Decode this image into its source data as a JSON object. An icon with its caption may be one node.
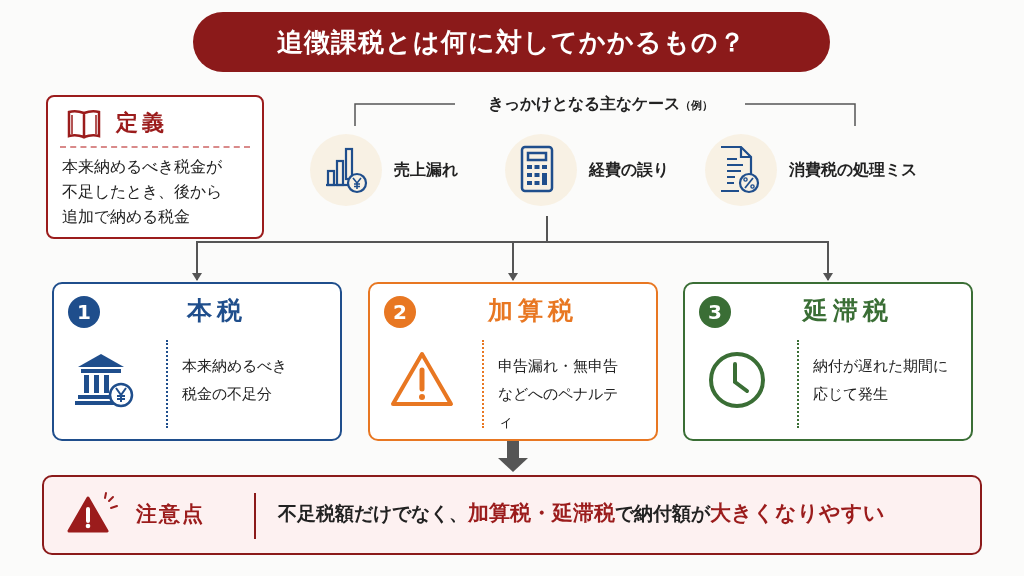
{
  "diagram": {
    "title": "追徴課税とは何に対してかかるもの？",
    "nodes": [
      {
        "text": [
          "定義",
          "本来納めるべき税金が不足したとき、後から追加で納める税金"
        ]
      },
      {
        "text": [
          "きっかけとなる主なケース",
          "（例）"
        ]
      },
      {
        "text": [
          "売上漏れ"
        ],
        "in": 1
      },
      {
        "text": [
          "経費の誤り"
        ],
        "in": 1
      },
      {
        "text": [
          "消費税の処理ミス"
        ],
        "in": 1
      },
      {
        "text": [
          "1",
          "本税",
          "本来納めるべき税金の不足分"
        ]
      },
      {
        "text": [
          "2",
          "加算税",
          "申告漏れ・無申告などへのペナルティ"
        ]
      },
      {
        "text": [
          "3",
          "延滞税",
          "納付が遅れた期間に応じて発生"
        ]
      },
      {
        "text": [
          "注意点",
          "不足税額だけでなく、**加算税・延滞税**で納付額が**大きくなりやすい**"
        ]
      }
    ],
    "edges": [
      {
        "from": 1,
        "to": 5,
        "arrow": "to"
      },
      {
        "from": 1,
        "to": 6,
        "arrow": "to"
      },
      {
        "from": 1,
        "to": 7,
        "arrow": "to"
      },
      {
        "from": 6,
        "to": 8,
        "arrow": "to",
        "style": "thick"
      }
    ]
  }
}
